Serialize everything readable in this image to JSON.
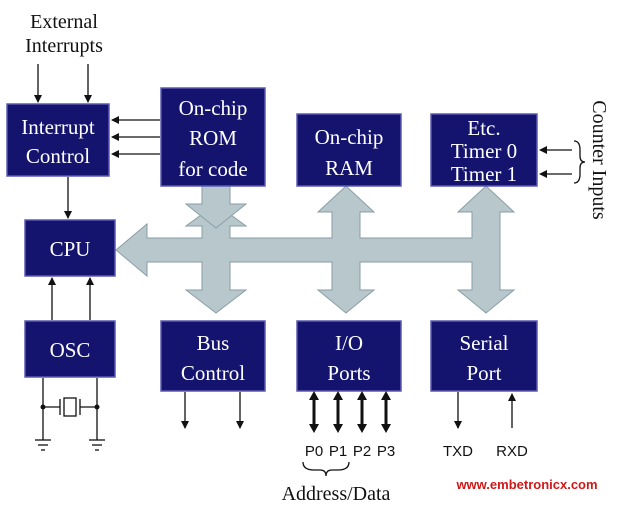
{
  "labels": {
    "external_1": "External",
    "external_2": "Interrupts",
    "counter": "Counter Inputs",
    "address_data": "Address/Data",
    "p0": "P0",
    "p1": "P1",
    "p2": "P2",
    "p3": "P3",
    "txd": "TXD",
    "rxd": "RXD",
    "watermark": "www.embetronicx.com"
  },
  "blocks": {
    "interrupt_control": [
      "Interrupt",
      "Control"
    ],
    "onchip_rom": [
      "On-chip",
      "ROM",
      "for code"
    ],
    "onchip_ram": [
      "On-chip",
      "RAM"
    ],
    "timers": [
      "Etc.",
      "Timer 0",
      "Timer 1"
    ],
    "cpu": [
      "CPU"
    ],
    "osc": [
      "OSC"
    ],
    "bus_control": [
      "Bus",
      "Control"
    ],
    "io_ports": [
      "I/O",
      "Ports"
    ],
    "serial_port": [
      "Serial",
      "Port"
    ]
  },
  "colors": {
    "block_fill": "#14146e",
    "bus_fill": "#b7c7cc",
    "watermark": "#d01818"
  }
}
